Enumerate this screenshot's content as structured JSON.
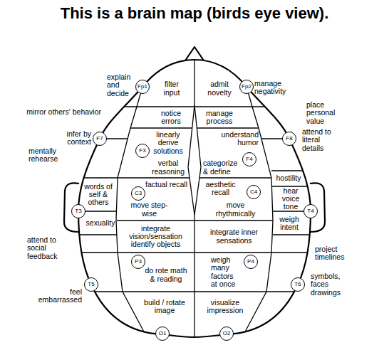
{
  "diagram": {
    "title": "This is a brain map (birds eye view).",
    "nodes": [
      {
        "text": [
          "filter input"
        ]
      },
      {
        "text": [
          "Fp1"
        ]
      },
      {
        "text": [
          "admit novelty"
        ]
      },
      {
        "text": [
          "Fp2"
        ]
      },
      {
        "text": [
          "F7"
        ]
      },
      {
        "text": [
          "notice errors"
        ]
      },
      {
        "text": [
          "manage process"
        ]
      },
      {
        "text": [
          "F8"
        ]
      },
      {
        "text": [
          "linearly derive solutions",
          "verbal reasoning"
        ]
      },
      {
        "text": [
          "F3"
        ],
        "in": 8
      },
      {
        "text": [
          "understand humor",
          "categorize & define"
        ]
      },
      {
        "text": [
          "F4"
        ],
        "in": 10
      },
      {
        "text": [
          "hostility"
        ]
      },
      {
        "text": [
          "words of self & others"
        ]
      },
      {
        "text": [
          "factual recall",
          "move step-wise"
        ]
      },
      {
        "text": [
          "C3"
        ],
        "in": 14
      },
      {
        "text": [
          "aesthetic recall",
          "move rhythmically"
        ]
      },
      {
        "text": [
          "C4"
        ],
        "in": 16
      },
      {
        "text": [
          "hear voice tone"
        ]
      },
      {
        "text": [
          "T3"
        ]
      },
      {
        "text": [
          "T4"
        ]
      },
      {
        "text": [
          "sexuality"
        ]
      },
      {
        "text": [
          "weigh intent"
        ]
      },
      {
        "text": [
          "integrate vision/sensation",
          "identify objects"
        ]
      },
      {
        "text": [
          "integrate inner sensations"
        ]
      },
      {
        "text": [
          "do rote math & reading"
        ]
      },
      {
        "text": [
          "P3"
        ],
        "in": 25
      },
      {
        "text": [
          "weigh many factors at once"
        ]
      },
      {
        "text": [
          "P4"
        ],
        "in": 27
      },
      {
        "text": [
          "T5"
        ]
      },
      {
        "text": [
          "T6"
        ]
      },
      {
        "text": [
          "build / rotate image"
        ]
      },
      {
        "text": [
          "visualize impression"
        ]
      },
      {
        "text": [
          "O1"
        ]
      },
      {
        "text": [
          "O2"
        ]
      }
    ],
    "labels": [
      "explain and decide",
      "manage negativity",
      "mirror others' behavior",
      "infer by context",
      "mentally rehearse",
      "place personal value",
      "attend to literal details",
      "attend to social feedback",
      "project timelines",
      "feel embarrassed",
      "symbols, faces drawings"
    ]
  }
}
